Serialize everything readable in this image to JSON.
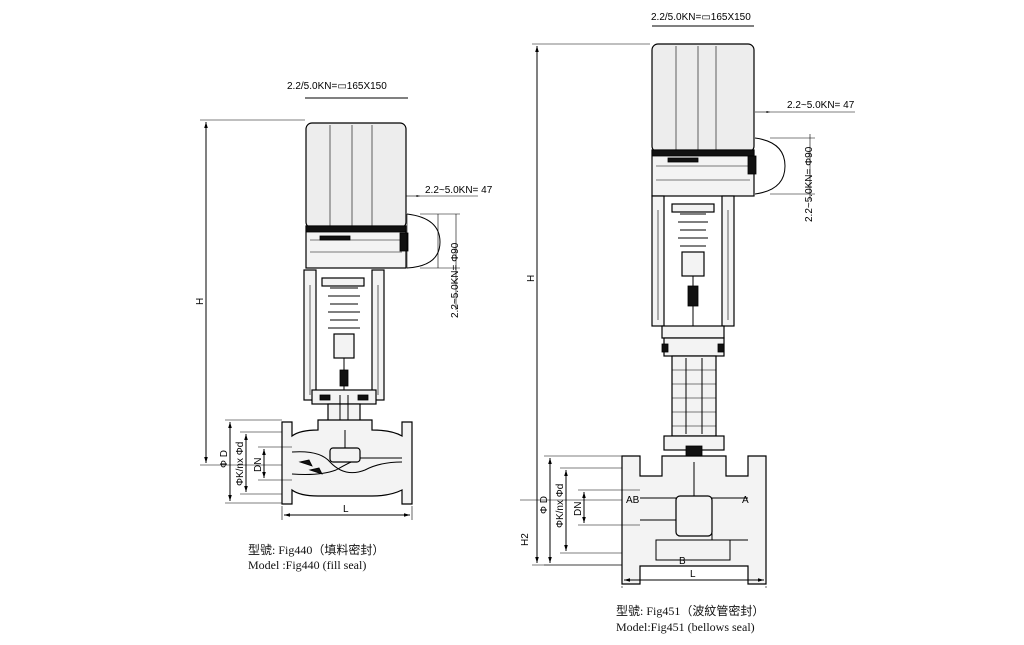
{
  "left_drawing": {
    "actuator_size": "2.2/5.0KN=▭165X150",
    "stroke_label": "2.2~5.0KN= 47",
    "handwheel_label": "2.2~5.0KN= Φ90",
    "dim_H": "H",
    "dim_D": "Φ D",
    "dim_K": "ΦK/nx Φd",
    "dim_DN": "DN",
    "dim_L": "L",
    "caption_zh": "型號: Fig440（填料密封）",
    "caption_en": "Model :Fig440 (fill seal)"
  },
  "right_drawing": {
    "actuator_size": "2.2/5.0KN=▭165X150",
    "stroke_label": "2.2~5.0KN= 47",
    "handwheel_label": "2.2~5.0KN= Φ90",
    "dim_H": "H",
    "dim_H2": "H2",
    "dim_D": "Φ D",
    "dim_K": "ΦK/nx Φd",
    "dim_DN": "DN",
    "dim_L": "L",
    "port_AB": "AB",
    "port_A": "A",
    "port_B": "B",
    "caption_zh": "型號: Fig451（波紋管密封）",
    "caption_en": "Model:Fig451 (bellows seal)"
  }
}
